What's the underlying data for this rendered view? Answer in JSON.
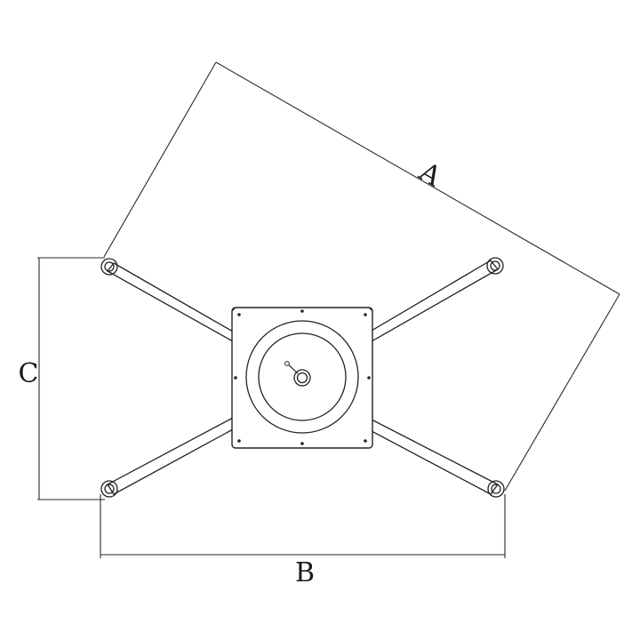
{
  "diagram": {
    "dimension_labels": {
      "a": "A",
      "b": "B",
      "c": "C"
    },
    "colors": {
      "line": "#222222",
      "background": "#ffffff"
    }
  }
}
